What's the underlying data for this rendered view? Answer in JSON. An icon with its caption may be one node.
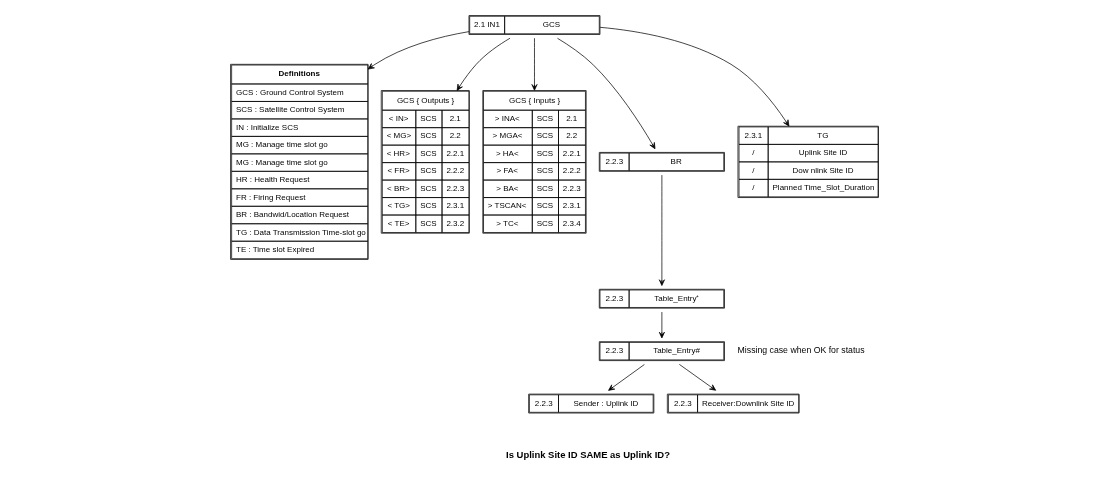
{
  "diagram": {
    "nodes": [
      {
        "text": [
          "2.1 IN1",
          "GCS"
        ]
      },
      {
        "text": [
          "Definitions",
          "GCS : Ground Control System",
          "SCS : Satellite Control System",
          "IN : Initialize SCS",
          "MG : Manage time slot go",
          "MG : Manage time slot go",
          "HR : Health Request",
          "FR : Firing Request",
          "BR : Bandwid/Location Request",
          "TG : Data Transmission Time-slot go",
          "TE : Time slot Expired"
        ]
      },
      {
        "text": [
          "GCS { Outputs }",
          "< IN>",
          "SCS",
          "2.1",
          "< MG>",
          "SCS",
          "2.2",
          "< HR>",
          "SCS",
          "2.2.1",
          "< FR>",
          "SCS",
          "2.2.2",
          "< BR>",
          "SCS",
          "2.2.3",
          "< TG>",
          "SCS",
          "2.3.1",
          "< TE>",
          "SCS",
          "2.3.2"
        ]
      },
      {
        "text": [
          "GCS { Inputs }",
          "> INA<",
          "SCS",
          "2.1",
          "> MGA<",
          "SCS",
          "2.2",
          "> HA<",
          "SCS",
          "2.2.1",
          "> FA<",
          "SCS",
          "2.2.2",
          "> BA<",
          "SCS",
          "2.2.3",
          "> TSCAN<",
          "SCS",
          "2.3.1",
          "> TC<",
          "SCS",
          "2.3.4"
        ]
      },
      {
        "text": [
          "2.2.3",
          "BR"
        ]
      },
      {
        "text": [
          "2.3.1",
          "TG",
          "/",
          "Uplink Site ID",
          "/",
          "Dow nlink Site ID",
          "/",
          "Planned Time_Slot_Duration"
        ]
      },
      {
        "text": [
          "2.2.3",
          "Table_Entry⁺"
        ]
      },
      {
        "text": [
          "2.2.3",
          "Table_Entry#"
        ]
      },
      {
        "text": [
          "2.2.3",
          "Sender : Uplink ID"
        ]
      },
      {
        "text": [
          "2.2.3",
          "Receiver:Downlink Site ID"
        ]
      }
    ],
    "edges": [
      {
        "from": 0,
        "to": 1,
        "arrow": "to"
      },
      {
        "from": 0,
        "to": 2,
        "arrow": "to"
      },
      {
        "from": 0,
        "to": 3,
        "arrow": "to"
      },
      {
        "from": 0,
        "to": 4,
        "arrow": "to"
      },
      {
        "from": 0,
        "to": 5,
        "arrow": "to"
      },
      {
        "from": 4,
        "to": 6,
        "arrow": "to"
      },
      {
        "from": 6,
        "to": 7,
        "arrow": "to"
      },
      {
        "from": 7,
        "to": 8,
        "arrow": "to"
      },
      {
        "from": 7,
        "to": 9,
        "arrow": "to"
      }
    ],
    "labels": [
      "Missing case when OK for status",
      "Is Uplink Site ID SAME as Uplink ID?"
    ]
  }
}
